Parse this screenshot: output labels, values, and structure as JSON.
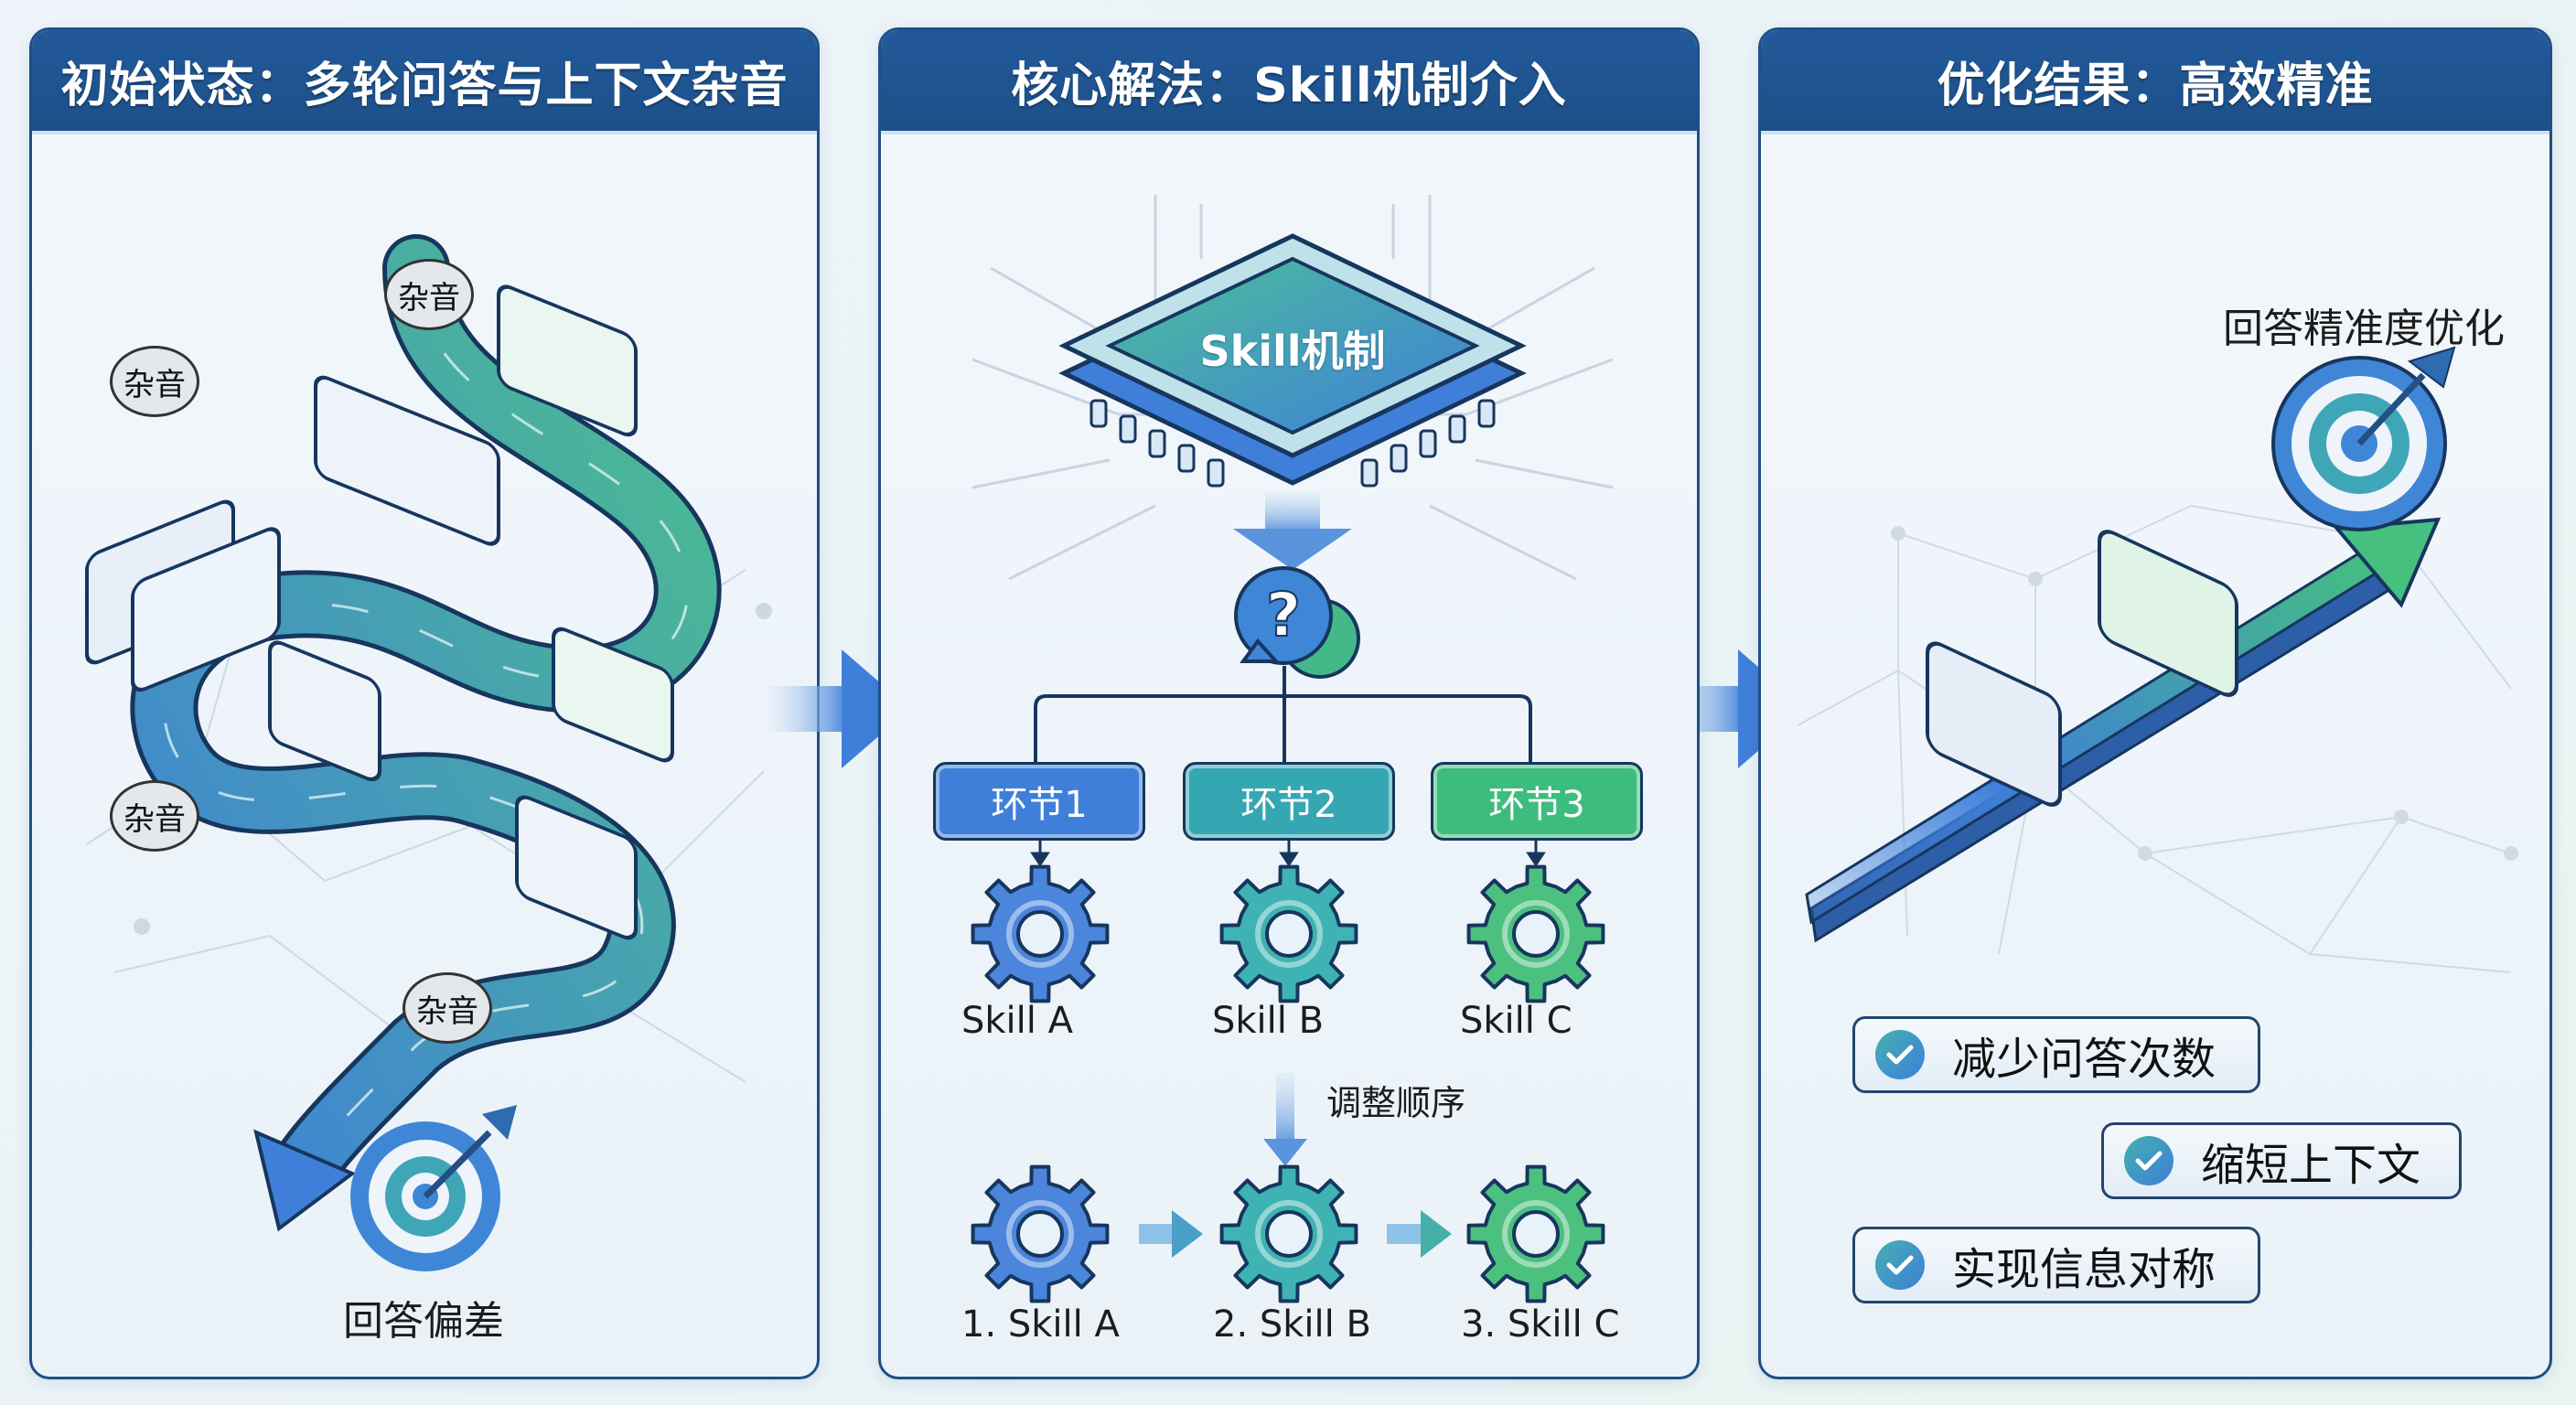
{
  "panels": [
    {
      "title": "初始状态：多轮问答与上下文杂音",
      "noise_labels": [
        "杂音",
        "杂音",
        "杂音",
        "杂音"
      ],
      "result_label": "回答偏差"
    },
    {
      "title": "核心解法：Skill机制介入",
      "chip_label": "Skill机制",
      "question_icon": "question-bubble",
      "stages": [
        {
          "label": "环节1",
          "color": "#3f7fd9"
        },
        {
          "label": "环节2",
          "color": "#35a7b3"
        },
        {
          "label": "环节3",
          "color": "#3dbd7d"
        }
      ],
      "skills": [
        {
          "label": "Skill A",
          "color": "#4b86dc"
        },
        {
          "label": "Skill B",
          "color": "#3fb3b3"
        },
        {
          "label": "Skill C",
          "color": "#4cc07f"
        }
      ],
      "reorder_label": "调整顺序",
      "ordered_skills": [
        {
          "label": "1. Skill A",
          "color": "#4b86dc"
        },
        {
          "label": "2. Skill B",
          "color": "#3fb3b3"
        },
        {
          "label": "3. Skill C",
          "color": "#4cc07f"
        }
      ]
    },
    {
      "title": "优化结果：高效精准",
      "target_label": "回答精准度优化",
      "checklist": [
        "减少问答次数",
        "缩短上下文",
        "实现信息对称"
      ]
    }
  ],
  "colors": {
    "header": "#1f5592",
    "blue": "#3f7fd9",
    "teal": "#35a7b3",
    "green": "#3dbd7d",
    "outline": "#17365e"
  }
}
